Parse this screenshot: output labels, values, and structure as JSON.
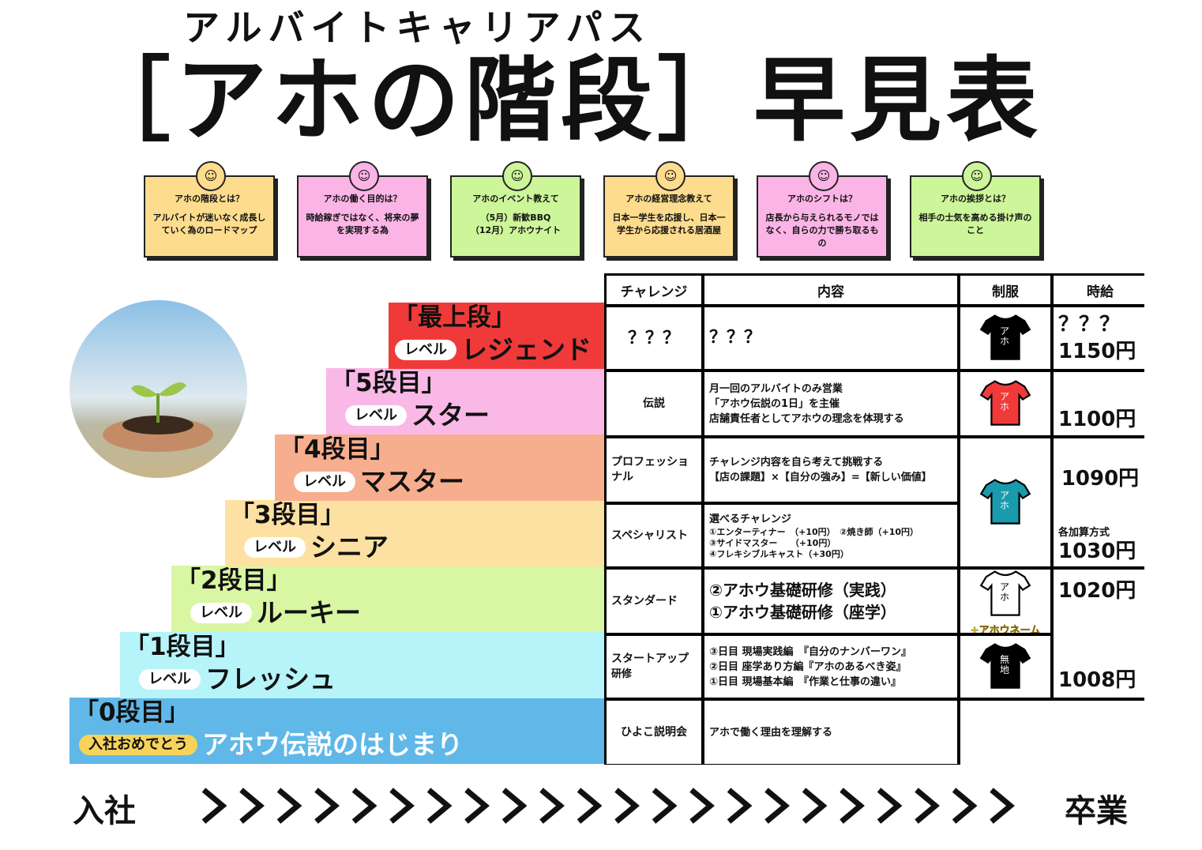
{
  "header": {
    "subtitle": "アルバイトキャリアパス",
    "title": "［アホの階段］早見表"
  },
  "cards": [
    {
      "question": "アホの階段とは？",
      "answer": "アルバイトが迷いなく成長していく為のロードマップ",
      "color": "#fddc8e",
      "icon": "teacher-icon"
    },
    {
      "question": "アホの働く目的は？",
      "answer": "時給稼ぎではなく、将来の夢を実現する為",
      "color": "#fbb4e6",
      "icon": "monitor-people-icon"
    },
    {
      "question": "アホのイベント教えて",
      "answer": "（5月）新歓BBQ\n（12月）アホウナイト",
      "color": "#cdf59a",
      "icon": "people-idea-icon"
    },
    {
      "question": "アホの経営理念教えて",
      "answer": "日本一学生を応援し、日本一学生から応援される居酒屋",
      "color": "#fddc8e",
      "icon": "teacher-icon"
    },
    {
      "question": "アホのシフトは？",
      "answer": "店長から与えられるモノではなく、自らの力で勝ち取るもの",
      "color": "#fbb4e6",
      "icon": "monitor-people-icon"
    },
    {
      "question": "アホの挨拶とは？",
      "answer": "相手の士気を高める掛け声のこと",
      "color": "#cdf59a",
      "icon": "people-idea-icon"
    }
  ],
  "steps": [
    {
      "stage": "「最上段」",
      "badge": "レベル",
      "level": "レジェンド",
      "color": "#f03a3a"
    },
    {
      "stage": "「5段目」",
      "badge": "レベル",
      "level": "スター",
      "color": "#f9b8e6"
    },
    {
      "stage": "「4段目」",
      "badge": "レベル",
      "level": "マスター",
      "color": "#f7ae8e"
    },
    {
      "stage": "「3段目」",
      "badge": "レベル",
      "level": "シニア",
      "color": "#fde1a2"
    },
    {
      "stage": "「2段目」",
      "badge": "レベル",
      "level": "ルーキー",
      "color": "#d9f6a2"
    },
    {
      "stage": "「1段目」",
      "badge": "レベル",
      "level": "フレッシュ",
      "color": "#b6f4fa"
    },
    {
      "stage": "「0段目」",
      "badge": "入社おめでとう",
      "level": "アホウ伝説のはじまり",
      "color": "#5fb8e8"
    }
  ],
  "table": {
    "headers": [
      "チャレンジ",
      "内容",
      "制服",
      "時給"
    ],
    "rows": [
      {
        "challenge": "？？？",
        "content": [
          "？？？"
        ]
      },
      {
        "challenge": "伝説",
        "content": [
          "月一回のアルバイトのみ営業",
          "「アホウ伝説の1日」を主催",
          "店舗責任者としてアホウの理念を体現する"
        ]
      },
      {
        "challenge": "プロフェッショナル",
        "content": [
          "チャレンジ内容を自ら考えて挑戦する",
          "【店の課題】×【自分の強み】=【新しい価値】"
        ]
      },
      {
        "challenge": "スペシャリスト",
        "content": [
          "選べるチャレンジ",
          "①エンターティナー　（+10円）　②焼き師（+10円）",
          "③サイドマスター　　（+10円）",
          "④フレキシブルキャスト（+30円）"
        ]
      },
      {
        "challenge": "スタンダード",
        "content": [
          "②アホウ基礎研修（実践）",
          "①アホウ基礎研修（座学）"
        ]
      },
      {
        "challenge": "スタートアップ",
        "challenge_sub": "研修",
        "content": [
          "③日目 現場実践編　『自分のナンバーワン』",
          "②日目 座学あり方編『アホのあるべき姿』",
          "①日目 現場基本編　『作業と仕事の違い』"
        ]
      },
      {
        "challenge": "ひよこ説明会",
        "content": [
          "アホで働く理由を理解する"
        ]
      }
    ],
    "uniforms": [
      {
        "color": "#000000",
        "text": "アホ",
        "text_color": "#ffffff"
      },
      {
        "color": "#f03a3a",
        "text": "アホ",
        "text_color": "#ffffff"
      },
      {
        "color": "#1a9aad",
        "text": "アホ",
        "text_color": "#ffffff"
      },
      {
        "color": "#ffffff",
        "text": "アホ",
        "text_color": "#000000",
        "extra": "+アホウネーム"
      },
      {
        "color": "#000000",
        "text": "無地",
        "text_color": "#ffffff"
      }
    ],
    "wages": {
      "legend_top": "？？？",
      "legend": "1150円",
      "star": "1100円",
      "master": "1090円",
      "note": "各加算方式",
      "senior": "1030円",
      "rookie": "1020円",
      "fresh": "1008円"
    }
  },
  "footer": {
    "start": "入社",
    "end": "卒業",
    "chevron_count": 22
  }
}
